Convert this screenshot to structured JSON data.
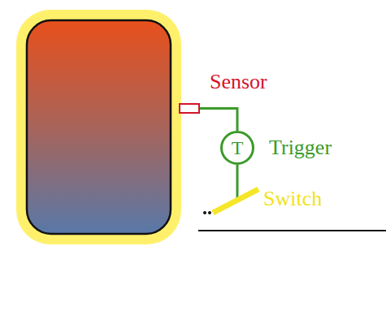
{
  "diagram": {
    "nodes": [
      {
        "text": [
          "Sensor"
        ]
      },
      {
        "text": [
          "T",
          "Trigger"
        ]
      },
      {
        "text": [
          "Switch"
        ]
      }
    ],
    "edges": [
      {
        "from": 0,
        "to": 1,
        "arrow": "none"
      },
      {
        "from": 1,
        "to": 2,
        "arrow": "none"
      }
    ]
  }
}
